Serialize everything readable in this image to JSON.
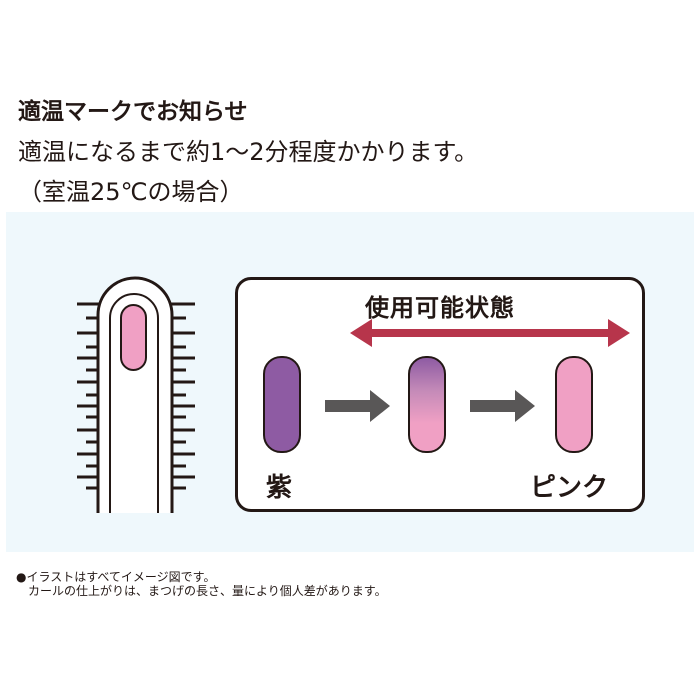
{
  "heading": "適温マークでお知らせ",
  "subtext": "適温になるまで約1～2分程度かかります。",
  "condition": "（室温25℃の場合）",
  "diagram": {
    "state_title": "使用可能状態",
    "start_label": "紫",
    "end_label": "ピンク",
    "colors": {
      "purple": "#8e5ba3",
      "pink": "#f0a0c4",
      "arrow_red": "#b7354b",
      "arrow_gray": "#595757"
    }
  },
  "notes": [
    "●イラストはすべてイメージ図です。",
    "　カールの仕上がりは、まつげの長さ、量により個人差があります。"
  ]
}
